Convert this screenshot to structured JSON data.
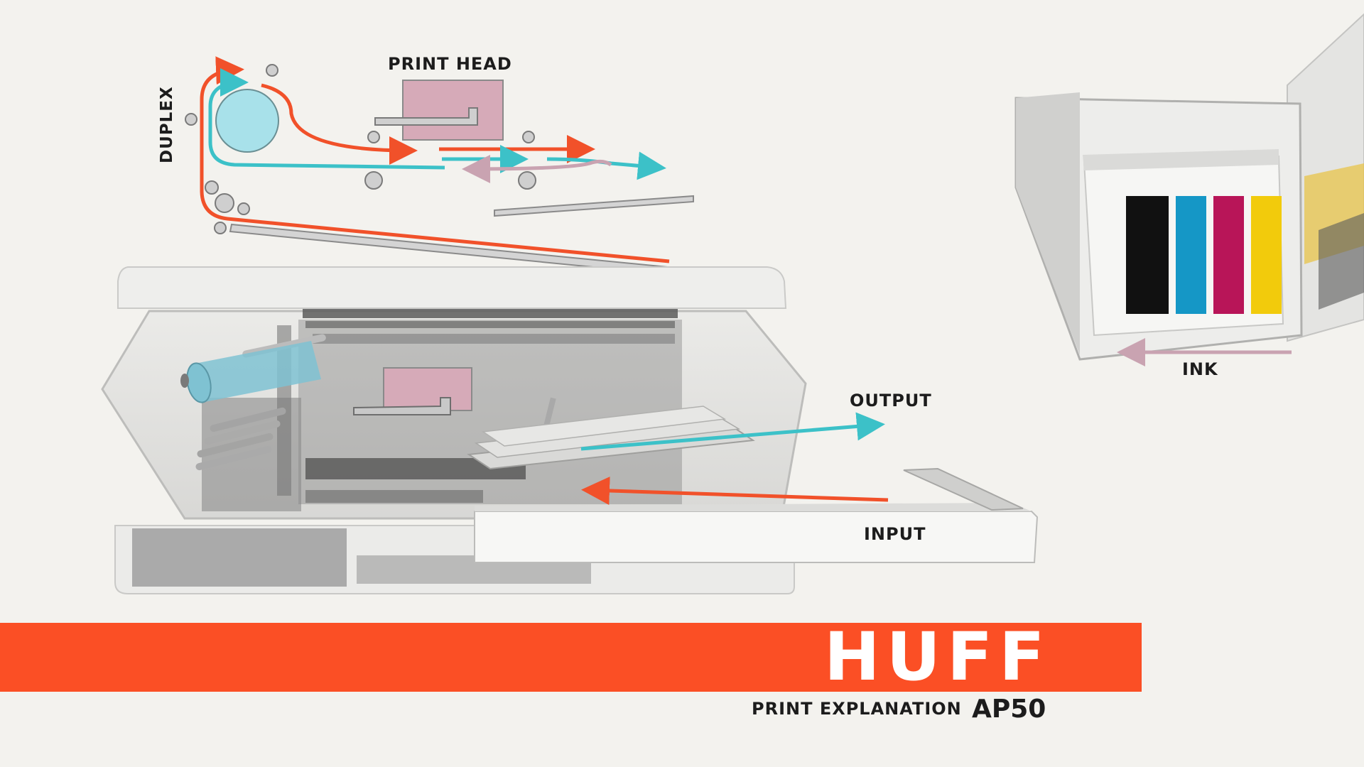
{
  "labels": {
    "print_head": "PRINT HEAD",
    "duplex": "DUPLEX",
    "output": "OUTPUT",
    "input": "INPUT",
    "ink": "INK"
  },
  "brand": {
    "name": "HUFF",
    "subtitle": "PRINT EXPLANATION",
    "model": "AP50"
  },
  "ink_cartridges": [
    {
      "color": "black",
      "hex": "#111111"
    },
    {
      "color": "cyan",
      "hex": "#1597c6"
    },
    {
      "color": "magenta",
      "hex": "#b81558"
    },
    {
      "color": "yellow",
      "hex": "#f2cb0c"
    }
  ],
  "colors": {
    "banner": "#fb4f25",
    "input_path": "#f1512a",
    "output_path": "#3cc1c8",
    "ink_path": "#c9a3b1",
    "print_head": "#d6aab8",
    "roller": "#a8e1ea",
    "background": "#f3f2ee"
  }
}
